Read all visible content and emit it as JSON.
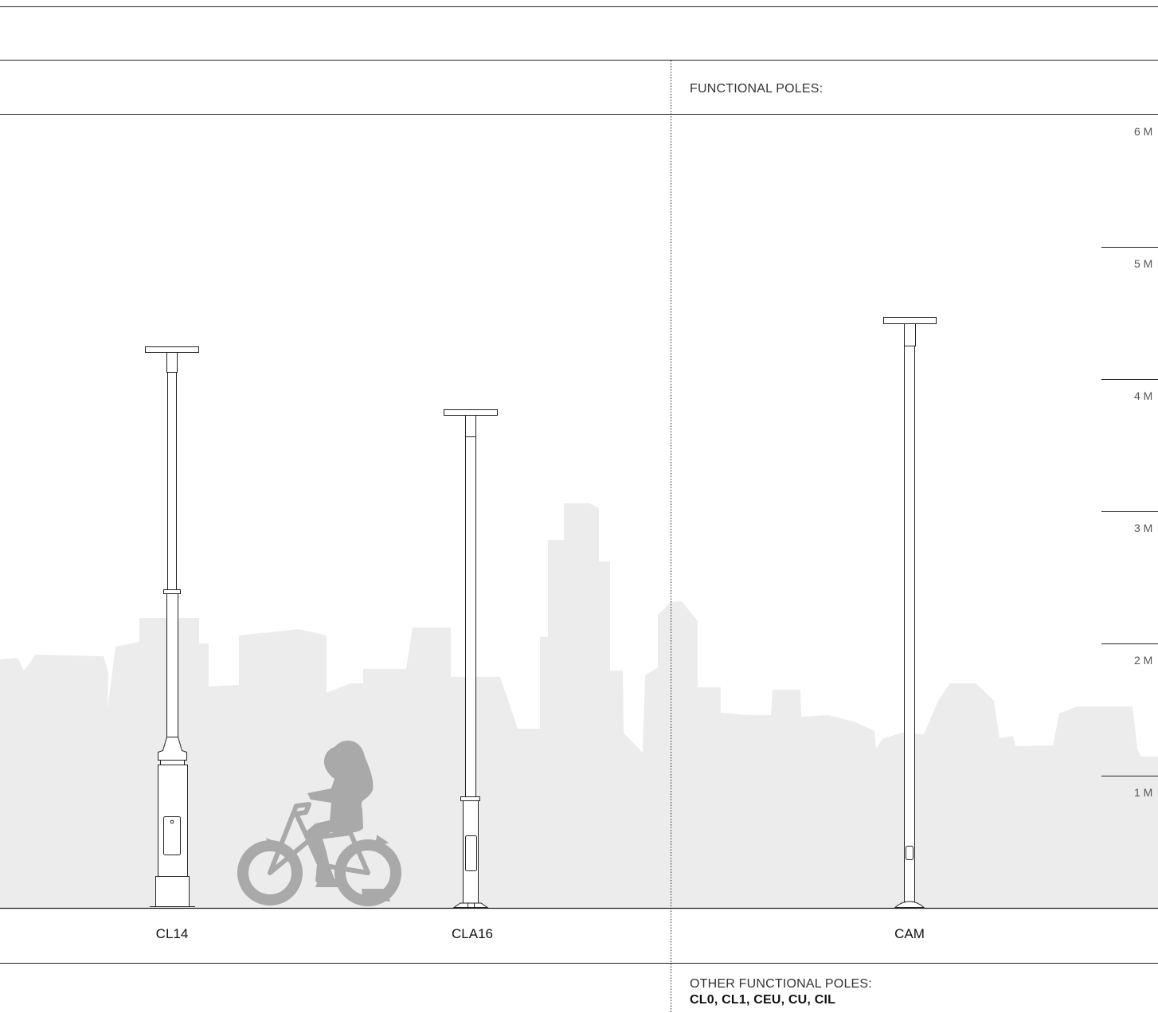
{
  "header": {
    "right_title": "FUNCTIONAL POLES:"
  },
  "scale": {
    "labels": [
      "6 M",
      "5 M",
      "4 M",
      "3 M",
      "2 M",
      "1 M"
    ]
  },
  "poles": [
    {
      "name": "CL14"
    },
    {
      "name": "CLA16"
    },
    {
      "name": "CAM"
    }
  ],
  "footer": {
    "other_title": "OTHER FUNCTIONAL POLES:",
    "other_list": "CL0, CL1, CEU, CU, CIL"
  },
  "colors": {
    "skyline": "#ececec",
    "child_silhouette": "#a9a9a9",
    "line": "#222222"
  }
}
